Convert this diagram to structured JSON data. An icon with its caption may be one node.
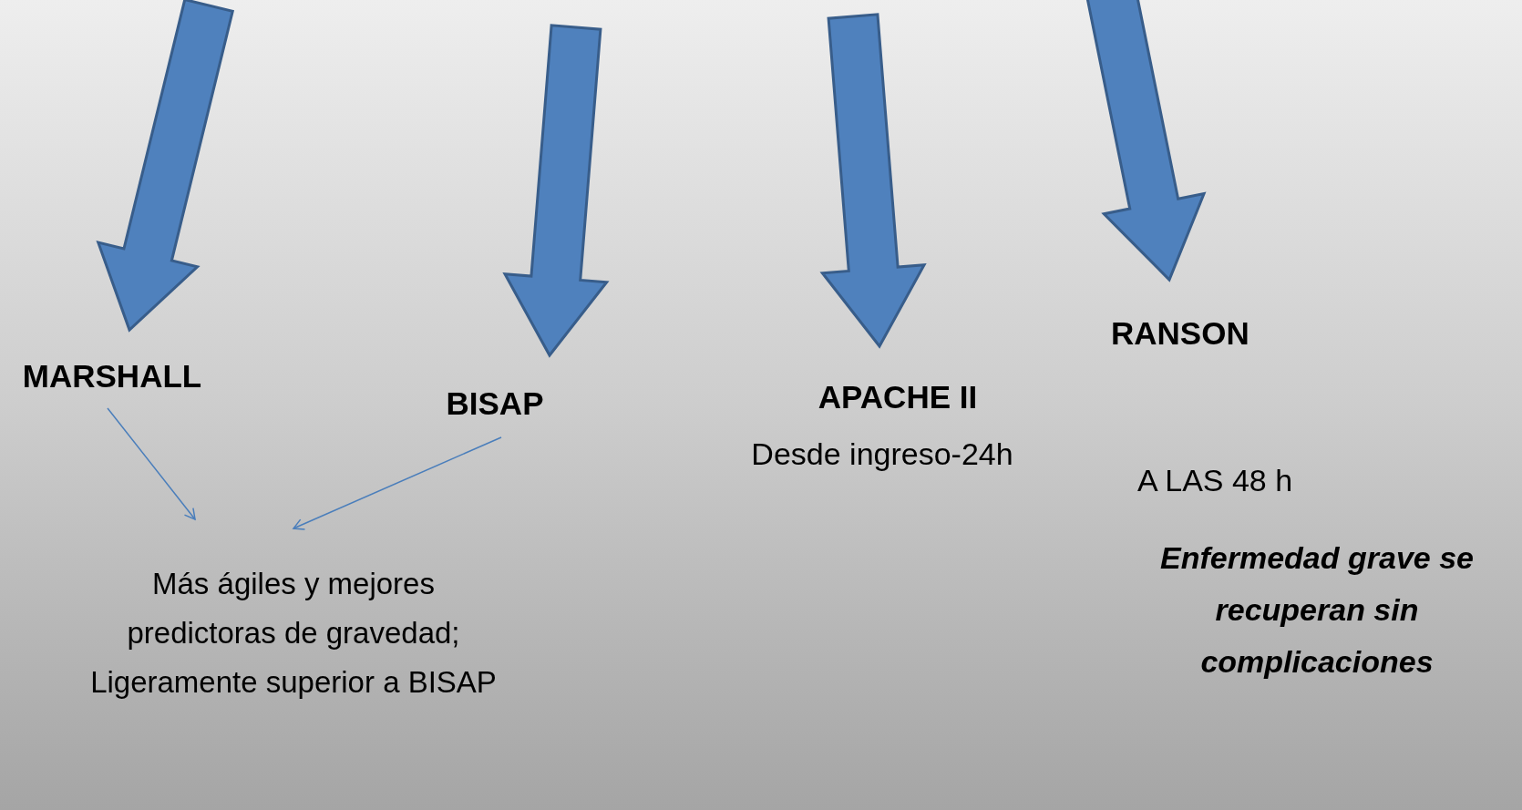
{
  "diagram": {
    "nodes": [
      {
        "text": [
          "MARSHALL"
        ]
      },
      {
        "text": [
          "BISAP"
        ]
      },
      {
        "text": [
          "APACHE II"
        ],
        "beside": [
          "Desde ingreso-24h"
        ]
      },
      {
        "text": [
          "RANSON"
        ],
        "beside": [
          "A LAS 48 h"
        ]
      },
      {
        "text": [
          "Más ágiles y mejores predictoras de gravedad; Ligeramente superior a BISAP"
        ]
      }
    ],
    "edges": [
      {
        "from": null,
        "to": 0,
        "arrow": "to",
        "style": "thick"
      },
      {
        "from": null,
        "to": 1,
        "arrow": "to",
        "style": "thick"
      },
      {
        "from": null,
        "to": 2,
        "arrow": "to",
        "style": "thick"
      },
      {
        "from": null,
        "to": 3,
        "arrow": "to",
        "style": "thick"
      },
      {
        "from": 0,
        "to": 4,
        "arrow": "to"
      },
      {
        "from": 1,
        "to": 4,
        "arrow": "to"
      }
    ],
    "labels": [
      "Enfermedad grave se recuperan sin complicaciones"
    ]
  }
}
